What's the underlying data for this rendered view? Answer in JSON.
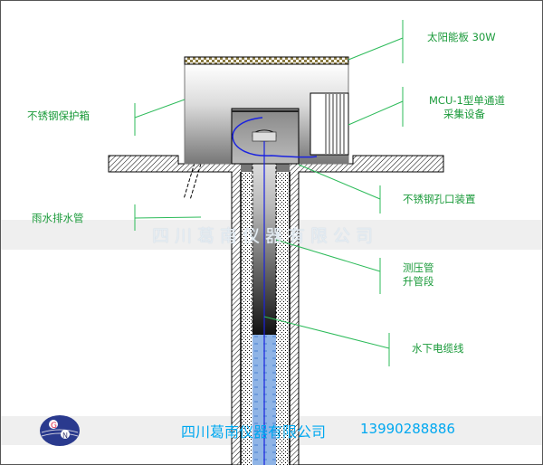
{
  "labels": {
    "solar_panel": "太阳能板 30W",
    "mcu_line1": "MCU-1型单通道",
    "mcu_line2": "采集设备",
    "protect_box": "不锈钢保护箱",
    "orifice": "不锈钢孔口装置",
    "drain_pipe": "雨水排水管",
    "piezometer_line1": "测压管",
    "piezometer_line2": "升管段",
    "cable": "水下电缆线"
  },
  "watermark": "四川葛南仪器有限公司",
  "footer": {
    "logo_letters": "GN",
    "company": "四川葛南仪器有限公司",
    "phone": "13990288886"
  },
  "colors": {
    "leader": "#2dbb5a",
    "water": "#8fb4e6",
    "cable": "#1a22e0",
    "brand": "#00a8f0"
  }
}
